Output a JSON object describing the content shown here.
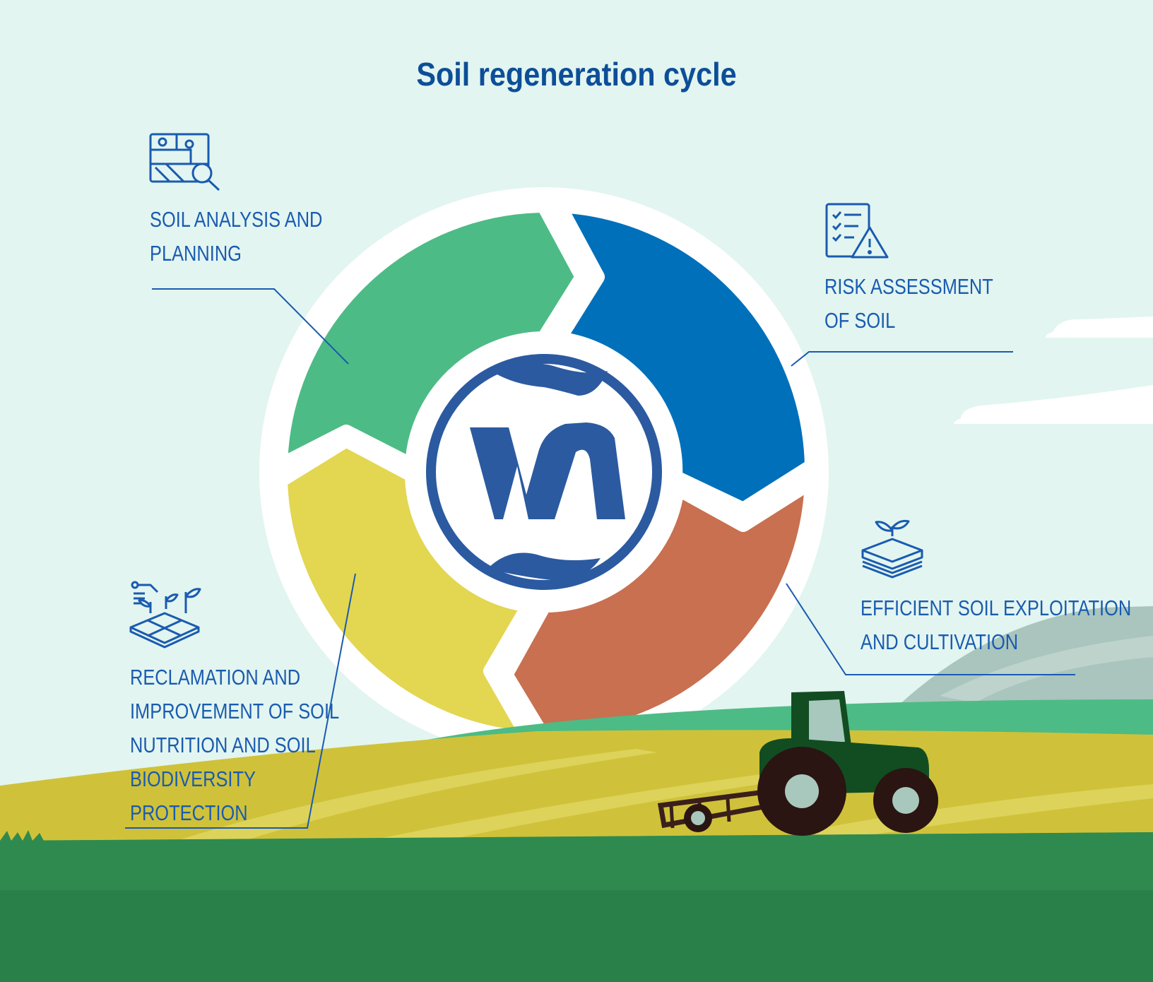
{
  "title": "Soil regeneration cycle",
  "steps": [
    {
      "label_lines": [
        "SOIL ANALYSIS AND",
        "PLANNING"
      ],
      "icon": "map-search-icon",
      "color": "#4dbb85"
    },
    {
      "label_lines": [
        "RISK ASSESSMENT",
        "OF SOIL"
      ],
      "icon": "checklist-warning-icon",
      "color": "#0070bb"
    },
    {
      "label_lines": [
        "EFFICIENT SOIL EXPLOITATION",
        "AND CULTIVATION"
      ],
      "icon": "soil-layers-sprout-icon",
      "color": "#c87050"
    },
    {
      "label_lines": [
        "RECLAMATION AND",
        "IMPROVEMENT OF SOIL",
        "NUTRITION AND SOIL",
        "BIODIVERSITY",
        "PROTECTION"
      ],
      "icon": "field-plants-icon",
      "color": "#e3d651"
    }
  ],
  "center_logo": "wm-logo",
  "colors": {
    "text_blue": "#1a5bb0",
    "title_blue": "#0d4e98",
    "logo_blue": "#2b5aa0",
    "sky": "#e2f5f0"
  }
}
